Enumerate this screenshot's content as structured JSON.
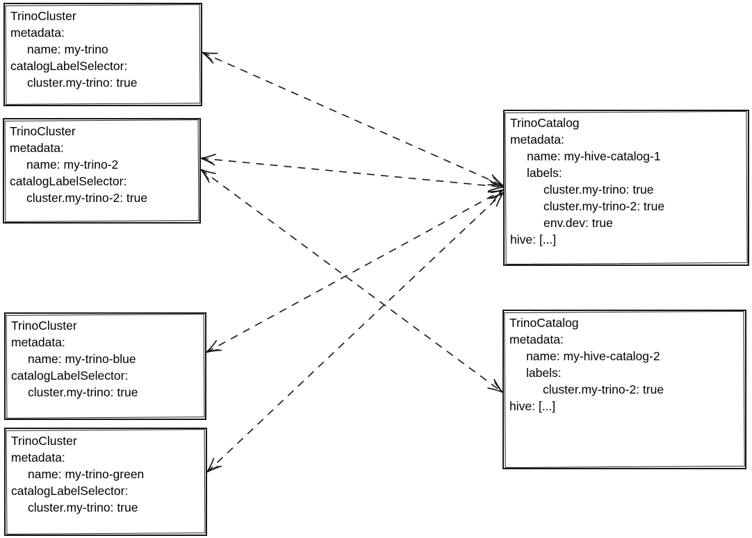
{
  "diagram": {
    "type": "resource-relationship-sketch",
    "background": "#ffffff",
    "ink": "#141414",
    "edge_style": {
      "pattern": "dashed",
      "arrowheads": "both"
    },
    "nodes": [
      {
        "id": "trino-cluster-my-trino",
        "kind": "TrinoCluster",
        "lines": [
          {
            "indent": 0,
            "text": "TrinoCluster"
          },
          {
            "indent": 0,
            "text": "metadata:"
          },
          {
            "indent": 1,
            "text": "name: my-trino"
          },
          {
            "indent": 0,
            "text": "catalogLabelSelector:"
          },
          {
            "indent": 1,
            "text": "cluster.my-trino: true"
          }
        ]
      },
      {
        "id": "trino-cluster-my-trino-2",
        "kind": "TrinoCluster",
        "lines": [
          {
            "indent": 0,
            "text": "TrinoCluster"
          },
          {
            "indent": 0,
            "text": "metadata:"
          },
          {
            "indent": 1,
            "text": "name: my-trino-2"
          },
          {
            "indent": 0,
            "text": "catalogLabelSelector:"
          },
          {
            "indent": 1,
            "text": "cluster.my-trino-2: true"
          }
        ]
      },
      {
        "id": "trino-cluster-my-trino-blue",
        "kind": "TrinoCluster",
        "lines": [
          {
            "indent": 0,
            "text": "TrinoCluster"
          },
          {
            "indent": 0,
            "text": "metadata:"
          },
          {
            "indent": 1,
            "text": "name: my-trino-blue"
          },
          {
            "indent": 0,
            "text": "catalogLabelSelector:"
          },
          {
            "indent": 1,
            "text": "cluster.my-trino: true"
          }
        ]
      },
      {
        "id": "trino-cluster-my-trino-green",
        "kind": "TrinoCluster",
        "lines": [
          {
            "indent": 0,
            "text": "TrinoCluster"
          },
          {
            "indent": 0,
            "text": "metadata:"
          },
          {
            "indent": 1,
            "text": "name: my-trino-green"
          },
          {
            "indent": 0,
            "text": "catalogLabelSelector:"
          },
          {
            "indent": 1,
            "text": "cluster.my-trino: true"
          }
        ]
      },
      {
        "id": "trino-catalog-my-hive-catalog-1",
        "kind": "TrinoCatalog",
        "lines": [
          {
            "indent": 0,
            "text": "TrinoCatalog"
          },
          {
            "indent": 0,
            "text": "metadata:"
          },
          {
            "indent": 1,
            "text": "name: my-hive-catalog-1"
          },
          {
            "indent": 1,
            "text": "labels:"
          },
          {
            "indent": 2,
            "text": "cluster.my-trino: true"
          },
          {
            "indent": 2,
            "text": "cluster.my-trino-2: true"
          },
          {
            "indent": 2,
            "text": "env.dev: true"
          },
          {
            "indent": 0,
            "text": "hive: [...]"
          }
        ]
      },
      {
        "id": "trino-catalog-my-hive-catalog-2",
        "kind": "TrinoCatalog",
        "lines": [
          {
            "indent": 0,
            "text": "TrinoCatalog"
          },
          {
            "indent": 0,
            "text": "metadata:"
          },
          {
            "indent": 1,
            "text": "name: my-hive-catalog-2"
          },
          {
            "indent": 1,
            "text": "labels:"
          },
          {
            "indent": 2,
            "text": "cluster.my-trino-2: true"
          },
          {
            "indent": 0,
            "text": "hive: [...]"
          }
        ]
      }
    ],
    "edges": [
      {
        "from": "trino-cluster-my-trino",
        "to": "trino-catalog-my-hive-catalog-1",
        "from_dy": -3,
        "to_dy": -3
      },
      {
        "from": "trino-cluster-my-trino-2",
        "to": "trino-catalog-my-hive-catalog-1",
        "from_dy": -18,
        "to_dy": -1
      },
      {
        "from": "trino-cluster-my-trino-blue",
        "to": "trino-catalog-my-hive-catalog-1",
        "from_dy": -20,
        "to_dy": 3
      },
      {
        "from": "trino-cluster-my-trino-green",
        "to": "trino-catalog-my-hive-catalog-1",
        "from_dy": -14,
        "to_dy": 7
      },
      {
        "from": "trino-cluster-my-trino-2",
        "to": "trino-catalog-my-hive-catalog-2",
        "from_dy": -2,
        "to_dy": 4
      }
    ]
  }
}
